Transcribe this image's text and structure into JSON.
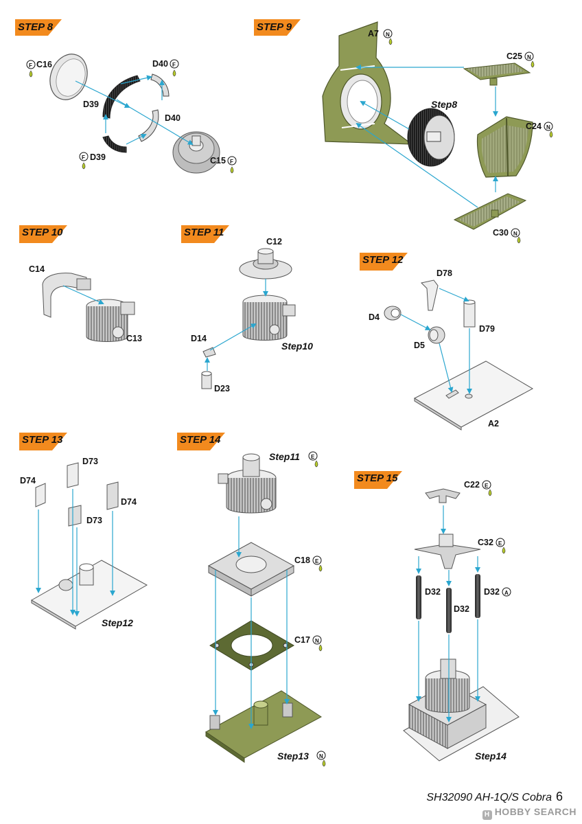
{
  "steps": [
    {
      "id": "step8",
      "banner": "STEP 8",
      "callouts": [
        {
          "part": "C16",
          "mark": "F"
        },
        {
          "part": "D39",
          "mark": ""
        },
        {
          "part": "D40",
          "mark": "F"
        },
        {
          "part": "D40",
          "mark": ""
        },
        {
          "part": "D39",
          "mark": "F"
        },
        {
          "part": "C15",
          "mark": "F"
        }
      ],
      "refs": []
    },
    {
      "id": "step9",
      "banner": "STEP 9",
      "callouts": [
        {
          "part": "A7",
          "mark": "N"
        },
        {
          "part": "C25",
          "mark": "N"
        },
        {
          "part": "C24",
          "mark": "N"
        },
        {
          "part": "C30",
          "mark": "N"
        }
      ],
      "refs": [
        {
          "text": "Step8",
          "mark": ""
        }
      ]
    },
    {
      "id": "step10",
      "banner": "STEP 10",
      "callouts": [
        {
          "part": "C14",
          "mark": ""
        },
        {
          "part": "C13",
          "mark": ""
        }
      ],
      "refs": []
    },
    {
      "id": "step11",
      "banner": "STEP 11",
      "callouts": [
        {
          "part": "C12",
          "mark": ""
        },
        {
          "part": "D14",
          "mark": ""
        },
        {
          "part": "D23",
          "mark": ""
        }
      ],
      "refs": [
        {
          "text": "Step10",
          "mark": ""
        }
      ]
    },
    {
      "id": "step12",
      "banner": "STEP 12",
      "callouts": [
        {
          "part": "D78",
          "mark": ""
        },
        {
          "part": "D4",
          "mark": ""
        },
        {
          "part": "D79",
          "mark": ""
        },
        {
          "part": "D5",
          "mark": ""
        },
        {
          "part": "A2",
          "mark": ""
        }
      ],
      "refs": []
    },
    {
      "id": "step13",
      "banner": "STEP 13",
      "callouts": [
        {
          "part": "D73",
          "mark": ""
        },
        {
          "part": "D74",
          "mark": ""
        },
        {
          "part": "D74",
          "mark": ""
        },
        {
          "part": "D73",
          "mark": ""
        }
      ],
      "refs": [
        {
          "text": "Step12",
          "mark": ""
        }
      ]
    },
    {
      "id": "step14",
      "banner": "STEP 14",
      "callouts": [
        {
          "part": "C18",
          "mark": "E"
        },
        {
          "part": "C17",
          "mark": "N"
        }
      ],
      "refs": [
        {
          "text": "Step11",
          "mark": "E"
        },
        {
          "text": "Step13",
          "mark": "N"
        }
      ]
    },
    {
      "id": "step15",
      "banner": "STEP 15",
      "callouts": [
        {
          "part": "C22",
          "mark": "E"
        },
        {
          "part": "C32",
          "mark": "E"
        },
        {
          "part": "D32",
          "mark": ""
        },
        {
          "part": "D32",
          "mark": "A"
        },
        {
          "part": "D32",
          "mark": ""
        }
      ],
      "refs": [
        {
          "text": "Step14",
          "mark": ""
        }
      ]
    }
  ],
  "footer": {
    "title": "SH32090 AH-1Q/S Cobra",
    "page": "6"
  },
  "watermark": {
    "text": "HOBBY SEARCH",
    "badge": "H"
  },
  "colors": {
    "banner": "#f28a1e",
    "olive": "#8e9a55",
    "olive_dark": "#5d6a33",
    "leader": "#2aa6cf",
    "part_gray": "#d4d4d4",
    "paint_drop": "#b8cc2a"
  }
}
